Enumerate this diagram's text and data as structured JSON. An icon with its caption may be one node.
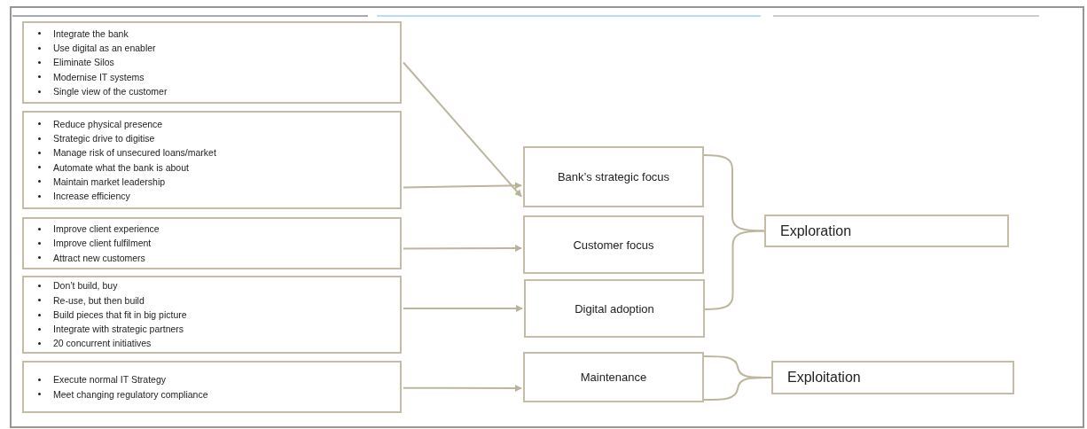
{
  "diagram": {
    "nodes": [
      {
        "text": [
          "Integrate the bank",
          "Use digital as an enabler",
          "Eliminate Silos",
          "Modernise IT systems",
          "Single view of the customer"
        ]
      },
      {
        "text": [
          "Reduce physical presence",
          "Strategic drive to digitise",
          "Manage risk of unsecured loans/market",
          "Automate what the bank is about",
          "Maintain market leadership",
          "Increase efficiency"
        ]
      },
      {
        "text": [
          "Improve client experience",
          "Improve client fulfilment",
          "Attract new customers"
        ]
      },
      {
        "text": [
          "Don’t build, buy",
          "Re-use, but then build",
          "Build pieces that fit in big picture",
          "Integrate with strategic partners",
          "20 concurrent initiatives"
        ]
      },
      {
        "text": [
          "Execute normal IT Strategy",
          "Meet changing regulatory compliance"
        ]
      },
      {
        "text": [
          "Bank’s strategic focus"
        ]
      },
      {
        "text": [
          "Customer focus"
        ]
      },
      {
        "text": [
          "Digital adoption"
        ]
      },
      {
        "text": [
          "Maintenance"
        ]
      },
      {
        "text": [
          "Exploration"
        ]
      },
      {
        "text": [
          "Exploitation"
        ]
      }
    ],
    "edges": [
      {
        "from": 0,
        "to": 5,
        "arrow": "to"
      },
      {
        "from": 1,
        "to": 5,
        "arrow": "to"
      },
      {
        "from": 2,
        "to": 6,
        "arrow": "to"
      },
      {
        "from": 3,
        "to": 7,
        "arrow": "to"
      },
      {
        "from": 4,
        "to": 8,
        "arrow": "to"
      },
      {
        "from": 5,
        "to": 9,
        "arrow": "none"
      },
      {
        "from": 7,
        "to": 9,
        "arrow": "none"
      },
      {
        "from": 8,
        "to": 10,
        "arrow": "none"
      }
    ]
  }
}
